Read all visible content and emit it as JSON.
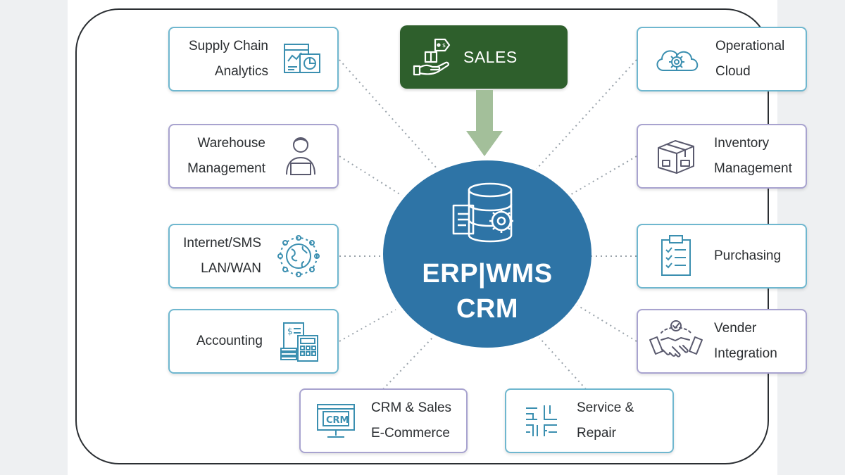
{
  "hub": {
    "line1": "ERP|WMS",
    "line2": "CRM",
    "icon": "database-gear-icon",
    "color": "#2e74a6"
  },
  "sales": {
    "label": "SALES",
    "icon": "hand-price-tag-icon",
    "color": "#2e5f2c"
  },
  "arrow": {
    "color": "#a3bf9a"
  },
  "left": [
    {
      "label": "Supply Chain\nAnalytics",
      "icon": "analytics-dashboard-icon"
    },
    {
      "label": "Warehouse\nManagement",
      "icon": "worker-laptop-icon"
    },
    {
      "label": "Internet/SMS\nLAN/WAN",
      "icon": "globe-network-icon"
    },
    {
      "label": "Accounting",
      "icon": "calculator-invoice-icon"
    }
  ],
  "right": [
    {
      "label": "Operational\nCloud",
      "icon": "cloud-gear-icon"
    },
    {
      "label": "Inventory\nManagement",
      "icon": "boxes-icon"
    },
    {
      "label": "Purchasing",
      "icon": "clipboard-checklist-icon"
    },
    {
      "label": "Vender\nIntegration",
      "icon": "handshake-icon"
    }
  ],
  "bottom": [
    {
      "label": "CRM & Sales\nE-Commerce",
      "icon": "crm-monitor-icon",
      "icon_text": "CRM"
    },
    {
      "label": "Service &\nRepair",
      "icon": "service-lines-icon"
    }
  ]
}
